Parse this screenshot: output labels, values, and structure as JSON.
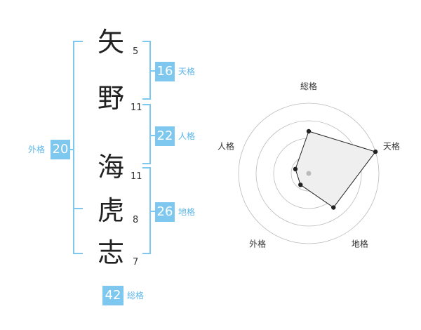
{
  "name": {
    "characters": [
      {
        "char": "矢",
        "strokes": "5"
      },
      {
        "char": "野",
        "strokes": "11"
      },
      {
        "char": "海",
        "strokes": "11"
      },
      {
        "char": "虎",
        "strokes": "8"
      },
      {
        "char": "志",
        "strokes": "7"
      }
    ]
  },
  "fortunes": {
    "tenkaku": {
      "value": "16",
      "label": "天格"
    },
    "jinkaku": {
      "value": "22",
      "label": "人格"
    },
    "chikaku": {
      "value": "26",
      "label": "地格"
    },
    "gaikaku": {
      "value": "20",
      "label": "外格"
    },
    "soukaku": {
      "value": "42",
      "label": "総格"
    }
  },
  "chart_data": {
    "type": "radar",
    "axes": [
      "総格",
      "天格",
      "地格",
      "外格",
      "人格"
    ],
    "values": [
      3,
      5,
      3,
      1,
      1
    ],
    "max": 5,
    "rings": 4,
    "colors": {
      "fill": "#efefef",
      "line": "#222222",
      "grid": "#bbbbbb",
      "center": "#bbbbbb"
    }
  }
}
